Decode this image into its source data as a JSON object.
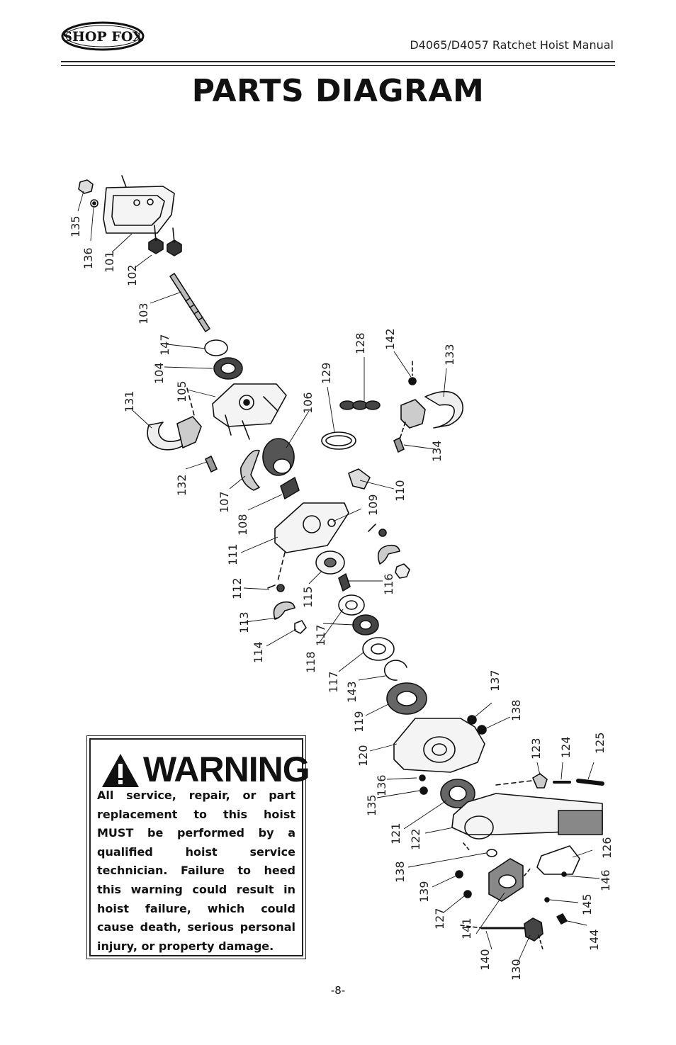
{
  "header": {
    "logo_text": "SHOP FOX",
    "manual_title": "D4065/D4057 Ratchet Hoist Manual"
  },
  "page_title": "PARTS DIAGRAM",
  "callouts": [
    "135",
    "136",
    "101",
    "102",
    "103",
    "147",
    "104",
    "105",
    "131",
    "132",
    "107",
    "108",
    "106",
    "129",
    "128",
    "142",
    "133",
    "134",
    "110",
    "109",
    "111",
    "112",
    "113",
    "114",
    "115",
    "116",
    "118",
    "117",
    "117",
    "143",
    "119",
    "120",
    "137",
    "138",
    "136",
    "135",
    "123",
    "124",
    "125",
    "121",
    "122",
    "126",
    "138",
    "139",
    "127",
    "141",
    "140",
    "130",
    "146",
    "145",
    "144"
  ],
  "warning": {
    "heading": "WARNING",
    "body": "All service, repair, or part replacement to this hoist MUST be performed by a qualified hoist service technician. Failure to heed this warning could result in hoist failure, which could cause death, serious personal injury, or property damage."
  },
  "footer": {
    "page_number": "-8-"
  },
  "colors": {
    "ink": "#111111"
  }
}
